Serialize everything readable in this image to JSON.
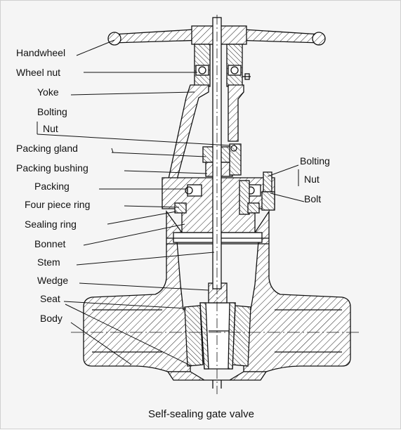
{
  "title": "Self-sealing gate valve",
  "labels": {
    "handwheel": "Handwheel",
    "wheel_nut": "Wheel nut",
    "yoke": "Yoke",
    "bolting_left": "Bolting",
    "nut_left": "Nut",
    "packing_gland": "Packing gland",
    "packing_bushing": "Packing bushing",
    "packing": "Packing",
    "four_piece_ring": "Four piece ring",
    "sealing_ring": "Sealing ring",
    "bonnet": "Bonnet",
    "stem": "Stem",
    "wedge": "Wedge",
    "seat": "Seat",
    "body": "Body",
    "bolting_right": "Bolting",
    "nut_right": "Nut",
    "bolt": "Bolt"
  }
}
